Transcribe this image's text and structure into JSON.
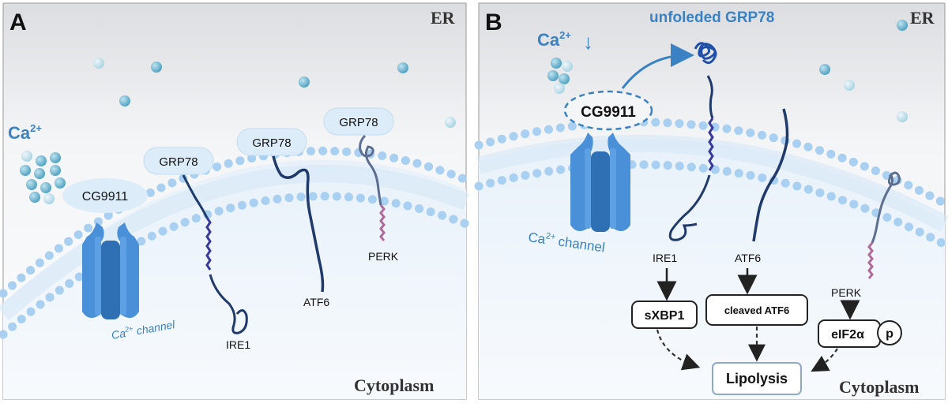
{
  "panelA": {
    "letter": "A",
    "er_label": "ER",
    "cytoplasm_label": "Cytoplasm",
    "ca_label": "Ca",
    "ca_superscript": "2+",
    "cg9911_label": "CG9911",
    "channel_label": "Ca",
    "channel_superscript": "2+",
    "channel_word": "channel",
    "grp78_labels": [
      "GRP78",
      "GRP78",
      "GRP78"
    ],
    "sensor_labels": [
      "IRE1",
      "ATF6",
      "PERK"
    ]
  },
  "panelB": {
    "letter": "B",
    "er_label": "ER",
    "cytoplasm_label": "Cytoplasm",
    "ca_label": "Ca",
    "ca_superscript": "2+",
    "ca_arrow": "↓",
    "unfolded_label": "unfoleded GRP78",
    "cg9911_label": "CG9911",
    "channel_label": "Ca",
    "channel_superscript": "2+",
    "channel_word": "channel",
    "sensor_labels": [
      "IRE1",
      "ATF6",
      "PERK"
    ],
    "sxbp1_label": "sXBP1",
    "cleaved_label": "cleaved ATF6",
    "eif2_label": "eIF2α",
    "p_label": "p",
    "lipolysis_label": "Lipolysis"
  },
  "colors": {
    "channel_blue": "#4a90d9",
    "channel_dark": "#2f6fb3",
    "membrane_dot": "#a9d0f0",
    "ion": "#6fb6d2",
    "label_bubble": "#dcecf8",
    "protein_navy": "#1f3a6b",
    "perk_pink": "#b06a9a",
    "accent_text": "#3b82c4"
  }
}
